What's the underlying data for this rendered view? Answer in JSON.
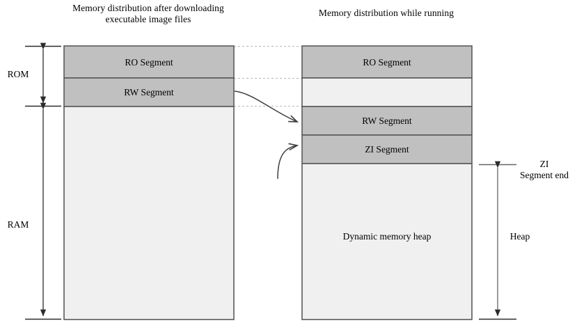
{
  "figure": {
    "type": "memory-layout-diagram",
    "background_color": "#ffffff",
    "segment_fill": "#c0c0c0",
    "free_fill": "#f0f0f0",
    "border_color": "#595959",
    "dash_color": "#b3b3b3",
    "arrow_color": "#3f3f3f"
  },
  "left_panel": {
    "title": "Memory distribution after downloading executable image files",
    "segments": [
      {
        "label": "RO Segment",
        "filled": true
      },
      {
        "label": "RW Segment",
        "filled": true
      },
      {
        "label": "",
        "filled": false
      }
    ]
  },
  "right_panel": {
    "title": "Memory distribution while running",
    "segments": [
      {
        "label": "RO Segment",
        "filled": true
      },
      {
        "label": "",
        "filled": false
      },
      {
        "label": "RW Segment",
        "filled": true
      },
      {
        "label": "ZI Segment",
        "filled": true
      },
      {
        "label": "Dynamic memory heap",
        "filled": false
      }
    ]
  },
  "left_axis": {
    "items": [
      {
        "label": "ROM"
      },
      {
        "label": "RAM"
      }
    ]
  },
  "right_axis": {
    "items": [
      {
        "label": "ZI\nSegment end",
        "line1": "ZI",
        "line2": "Segment end"
      },
      {
        "label": "Heap"
      }
    ]
  },
  "connectors": [
    {
      "name": "rw-relocation-arrow",
      "from": "left RW Segment",
      "to": "right RW Segment"
    },
    {
      "name": "zi-creation-arrow",
      "from": "below",
      "to": "right ZI Segment"
    }
  ]
}
